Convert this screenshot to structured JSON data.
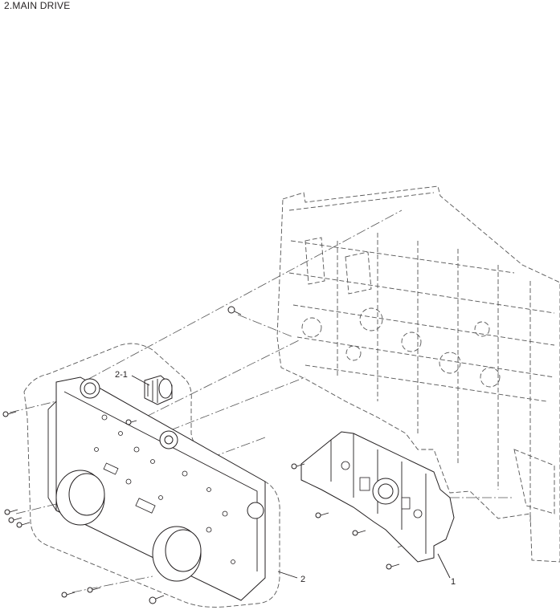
{
  "title": "2.MAIN DRIVE",
  "callouts": {
    "c1": "1",
    "c2": "2",
    "c21": "2-1"
  }
}
